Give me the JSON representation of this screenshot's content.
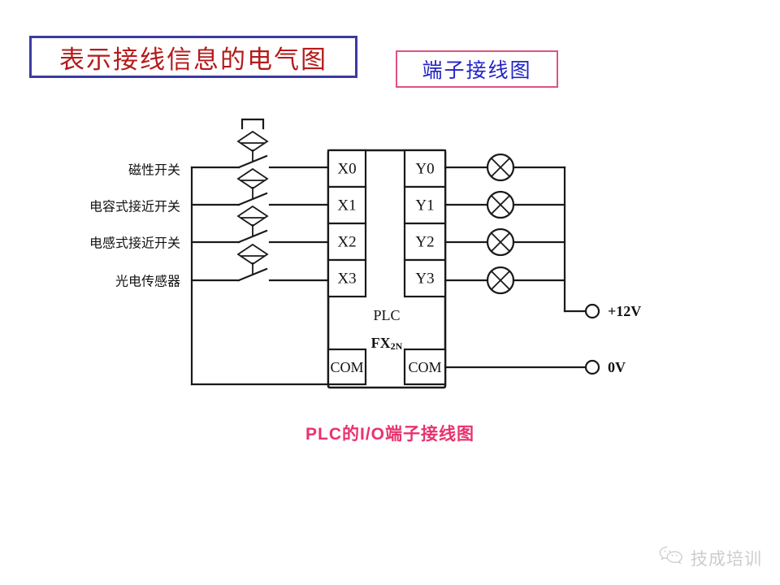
{
  "titles": {
    "primary": "表示接线信息的电气图",
    "primary_border_color": "#3b3ba0",
    "primary_text_color": "#b51a1a",
    "secondary": "端子接线图",
    "secondary_border_color": "#e0527f",
    "secondary_text_color": "#2323c8"
  },
  "caption": {
    "part1": "PLC",
    "part2": "的",
    "part3": "I/O",
    "part4": "端子接线图",
    "color": "#e8336d"
  },
  "watermark": {
    "icon": "wechat-icon",
    "text": "技成培训",
    "color": "#b9b9b9"
  },
  "chart_data": {
    "type": "diagram",
    "title": "PLC的I/O端子接线图",
    "device": {
      "name": "PLC",
      "model": "FX",
      "model_subscript": "2N"
    },
    "inputs": [
      {
        "terminal": "X0",
        "sensor": "磁性开关",
        "symbol": "magnetic-proximity-switch"
      },
      {
        "terminal": "X1",
        "sensor": "电容式接近开关",
        "symbol": "capacitive-proximity-switch"
      },
      {
        "terminal": "X2",
        "sensor": "电感式接近开关",
        "symbol": "inductive-proximity-switch"
      },
      {
        "terminal": "X3",
        "sensor": "光电传感器",
        "symbol": "photoelectric-sensor"
      }
    ],
    "input_common": "COM",
    "outputs": [
      {
        "terminal": "Y0",
        "load": "lamp"
      },
      {
        "terminal": "Y1",
        "load": "lamp"
      },
      {
        "terminal": "Y2",
        "load": "lamp"
      },
      {
        "terminal": "Y3",
        "load": "lamp"
      }
    ],
    "output_common": "COM",
    "supply_terminals": [
      {
        "label": "+12V"
      },
      {
        "label": "0V"
      }
    ],
    "wire_color": "#1a1a1a"
  }
}
